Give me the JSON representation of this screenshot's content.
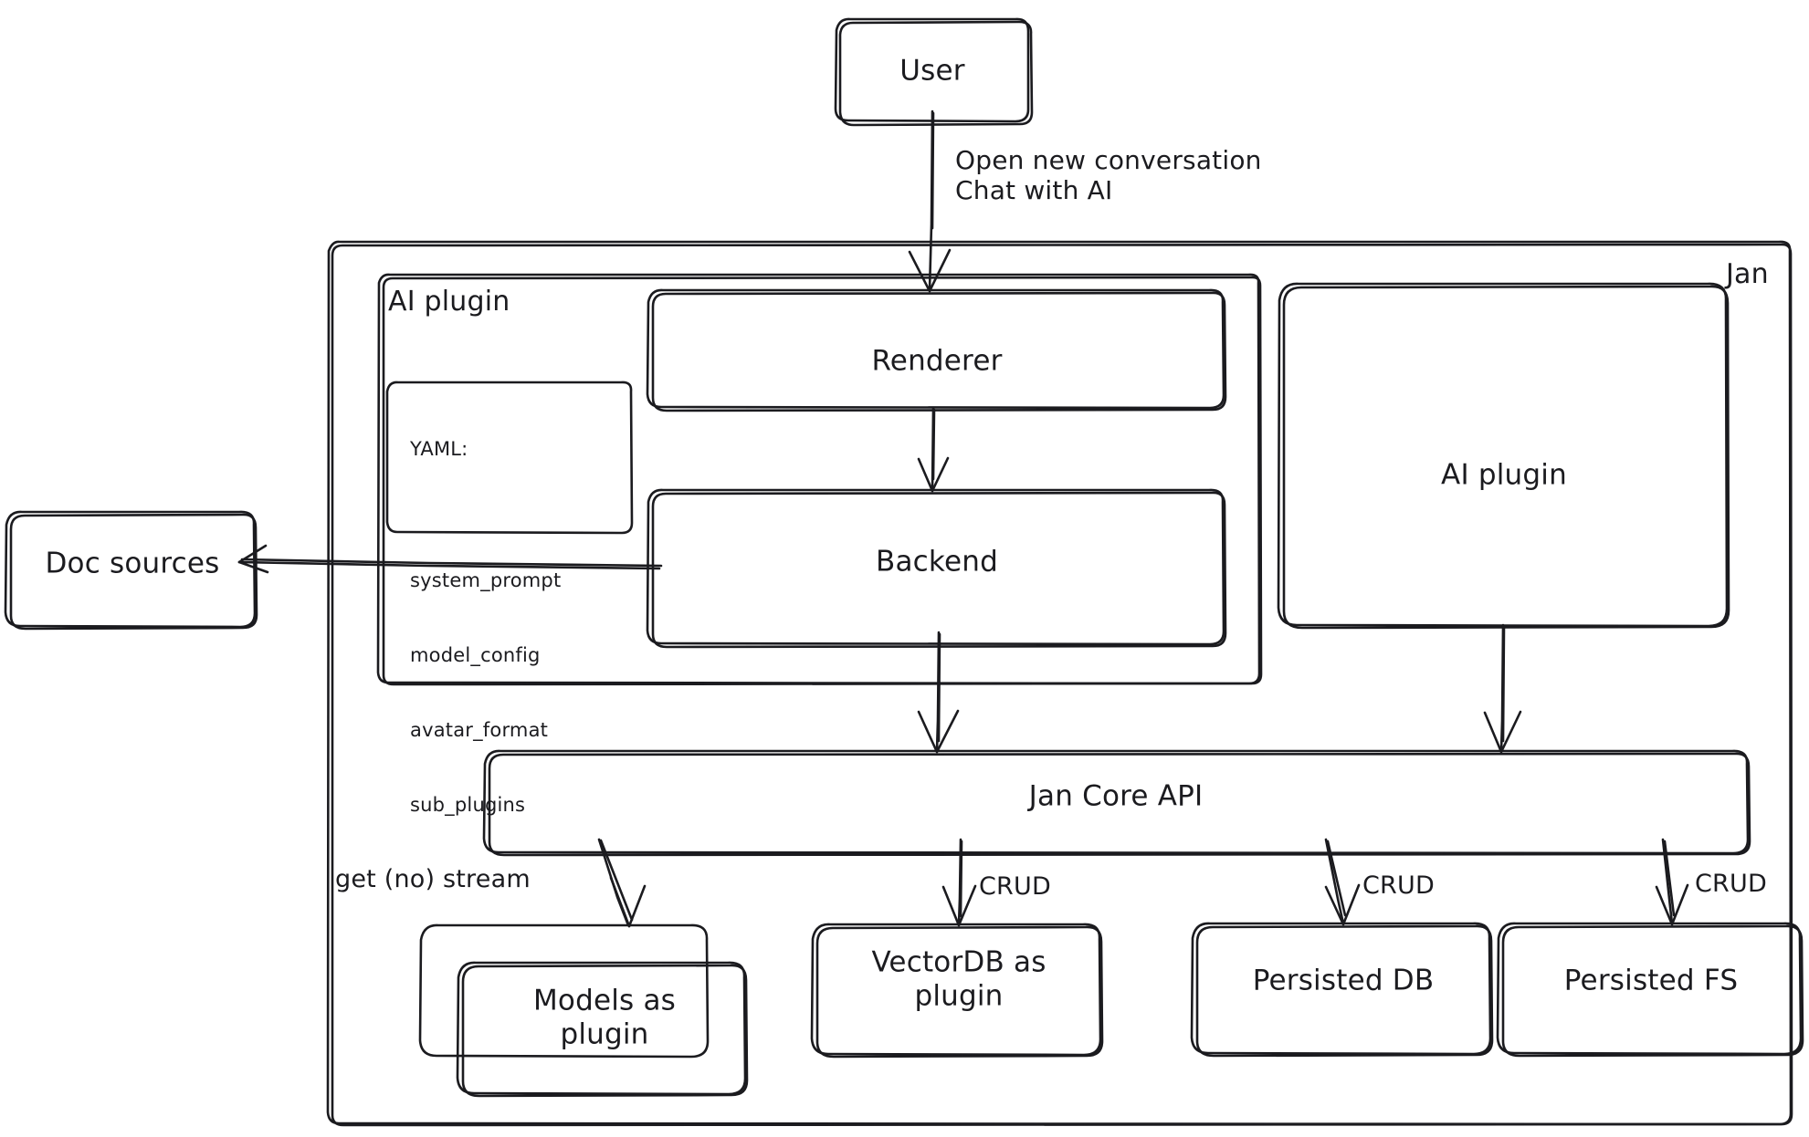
{
  "diagram": {
    "title": "Jan architecture",
    "style": "hand-drawn",
    "stroke_color": "#1b1b1f",
    "background_color": "#ffffff"
  },
  "nodes": {
    "user": {
      "label": "User"
    },
    "jan_container": {
      "label": "Jan"
    },
    "ai_plugin_container": {
      "label": "AI plugin"
    },
    "yaml_box": {
      "lines": [
        "YAML:",
        "system_prompt",
        "model_config",
        "avatar_format",
        "sub_plugins"
      ]
    },
    "renderer": {
      "label": "Renderer"
    },
    "backend": {
      "label": "Backend"
    },
    "ai_plugin_right": {
      "label": "AI plugin"
    },
    "jan_core_api": {
      "label": "Jan Core API"
    },
    "doc_sources": {
      "label": "Doc sources"
    },
    "models_plugin": {
      "label": "Models as\nplugin"
    },
    "vectordb_plugin": {
      "label": "VectorDB as\nplugin"
    },
    "persisted_db": {
      "label": "Persisted DB"
    },
    "persisted_fs": {
      "label": "Persisted FS"
    }
  },
  "edges": {
    "user_to_renderer": {
      "label": "Open new conversation\nChat with AI"
    },
    "renderer_to_backend": {
      "label": ""
    },
    "backend_to_doc_sources": {
      "label": ""
    },
    "backend_to_core": {
      "label": ""
    },
    "ai_plugin_right_to_core": {
      "label": ""
    },
    "core_to_models": {
      "label": "get (no) stream"
    },
    "core_to_vectordb": {
      "label": "CRUD"
    },
    "core_to_persisted_db": {
      "label": "CRUD"
    },
    "core_to_persisted_fs": {
      "label": "CRUD"
    }
  }
}
